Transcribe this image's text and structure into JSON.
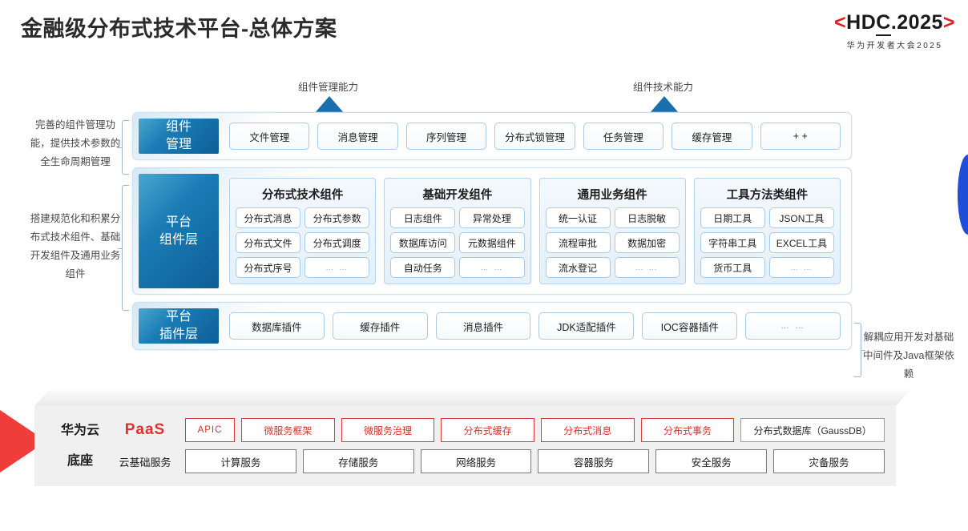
{
  "header": {
    "title": "金融级分布式技术平台-总体方案",
    "logo": {
      "left_bracket": "<",
      "main": "HD",
      "underlined_char": "C",
      "main_tail": ".2025",
      "right_bracket": ">",
      "subtitle": "华为开发者大会2025",
      "bracket_color": "#e02020"
    }
  },
  "arrows": [
    {
      "label": "组件管理能力"
    },
    {
      "label": "组件技术能力"
    }
  ],
  "side_notes": {
    "left_top": "完善的组件管理功能，提供技术参数的全生命周期管理",
    "left_bottom": "搭建规范化和积累分布式技术组件、基础开发组件及通用业务组件",
    "right": "解耦应用开发对基础中间件及Java框架依赖"
  },
  "layers": [
    {
      "tag_line1": "组件",
      "tag_line2": "管理",
      "type": "chips",
      "chips": [
        "文件管理",
        "消息管理",
        "序列管理",
        "分布式锁管理",
        "任务管理",
        "缓存管理",
        "+ +"
      ]
    },
    {
      "tag_line1": "平台",
      "tag_line2": "组件层",
      "type": "groups",
      "groups": [
        {
          "title": "分布式技术组件",
          "cells": [
            "分布式消息",
            "分布式参数",
            "分布式文件",
            "分布式调度",
            "分布式序号",
            "… …"
          ]
        },
        {
          "title": "基础开发组件",
          "cells": [
            "日志组件",
            "异常处理",
            "数据库访问",
            "元数据组件",
            "自动任务",
            "… …"
          ]
        },
        {
          "title": "通用业务组件",
          "cells": [
            "统一认证",
            "日志脱敏",
            "流程审批",
            "数据加密",
            "流水登记",
            "… …"
          ]
        },
        {
          "title": "工具方法类组件",
          "cells": [
            "日期工具",
            "JSON工具",
            "字符串工具",
            "EXCEL工具",
            "货币工具",
            "… …"
          ]
        }
      ]
    },
    {
      "tag_line1": "平台",
      "tag_line2": "插件层",
      "type": "chips",
      "chips": [
        "数据库插件",
        "缓存插件",
        "消息插件",
        "JDK适配插件",
        "IOC容器插件",
        "… …"
      ]
    }
  ],
  "cloud_base": {
    "title_line1": "华为云",
    "title_line2": "底座",
    "paas_label": "PaaS",
    "paas_items": [
      "APIC",
      "微服务框架",
      "微服务治理",
      "分布式缓存",
      "分布式消息",
      "分布式事务"
    ],
    "paas_gauss": "分布式数据库（GaussDB）",
    "basic_label": "云基础服务",
    "basic_items": [
      "计算服务",
      "存储服务",
      "网络服务",
      "容器服务",
      "安全服务",
      "灾备服务"
    ],
    "paas_accent_color": "#d9322b"
  }
}
